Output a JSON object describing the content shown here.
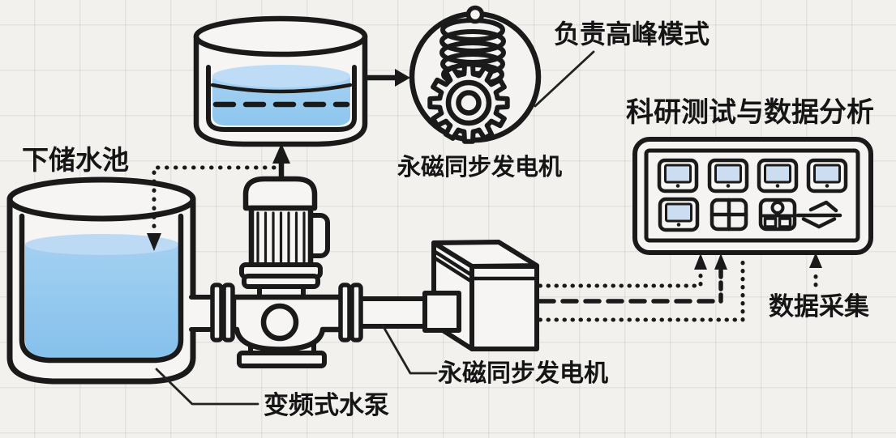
{
  "labels": {
    "lower_reservoir": "下储水池",
    "peak_mode_note": "负责高峰模式",
    "generator_label_top": "永磁同步发电机",
    "panel_title": "科研测试与数据分析",
    "data_acquisition": "数据采集",
    "generator_label_bottom": "永磁同步发电机",
    "pump_label": "变频式水泵"
  },
  "colors": {
    "background": "#f2f1ee",
    "grid_line": "#e3e2df",
    "ink": "#1a1a1a",
    "water_surface": "#bedcf5",
    "water_body_top": "#a6d2f2",
    "water_body_bottom": "#8cc5ee",
    "monitor_screen": "#ccdcf1",
    "shape_fill": "#f6f5f3"
  },
  "icons": {
    "generator_symbol": "coil-spring-gear-icon",
    "panel_grid": [
      "monitor-icon",
      "monitor-icon",
      "monitor-icon",
      "monitor-icon",
      "monitor-icon",
      "grid-cross-icon",
      "user-card-icon",
      "double-chevron-icon"
    ]
  },
  "connections": [
    "upper-tank → coil-gear generator (solid arrow right)",
    "pump → upper-tank (solid arrow up)",
    "control line upper-tank → lower-tank water (dotted, arrow down)",
    "generator-box → panel (dotted signal, arrow up)",
    "generator-box → panel (dashed signal, arrow up)",
    "generator-box → panel (dotted signal, no arrowhead)",
    "data-acquisition → panel (dotted, arrow up)"
  ]
}
